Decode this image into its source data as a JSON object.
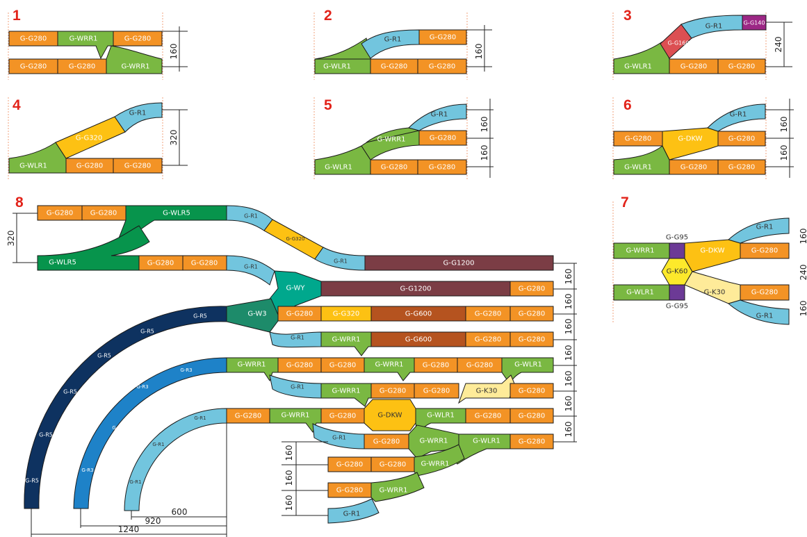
{
  "colors": {
    "G280": "#f39325",
    "WRR1": "#7ab842",
    "R1": "#72c5de",
    "G160": "#dc4f52",
    "G140": "#9c2785",
    "G320": "#fdc113",
    "DKW": "#fdc113",
    "K60": "#fde92b",
    "K30": "#feeb99",
    "G95": "#6c3a96",
    "WLR5": "#07944c",
    "WY": "#00a88d",
    "W3": "#1d8b6a",
    "G1200": "#7b3d45",
    "G600": "#b5531f",
    "R5": "#0e3260",
    "R3": "#1e82c8",
    "number": "#e2231a"
  },
  "figures": {
    "n1": "1",
    "n2": "2",
    "n3": "3",
    "n4": "4",
    "n5": "5",
    "n6": "6",
    "n7": "7",
    "n8": "8"
  },
  "labels": {
    "G280": "G-G280",
    "WRR1": "G-WRR1",
    "WLR1": "G-WLR1",
    "R1": "G-R1",
    "G160": "G-G160",
    "G140": "G-G140",
    "G320": "G-G320",
    "DKW": "G-DKW",
    "K60": "G-K60",
    "K30": "G-K30",
    "G95": "G-G95",
    "WLR5": "G-WLR5",
    "WY": "G-WY",
    "W3": "G-W3",
    "G1200": "G-G1200",
    "G600": "G-G600",
    "R5": "G-R5",
    "R3": "G-R3"
  },
  "dimensions": {
    "d160": "160",
    "d240": "240",
    "d320": "320",
    "d600": "600",
    "d920": "920",
    "d1240": "1240"
  }
}
